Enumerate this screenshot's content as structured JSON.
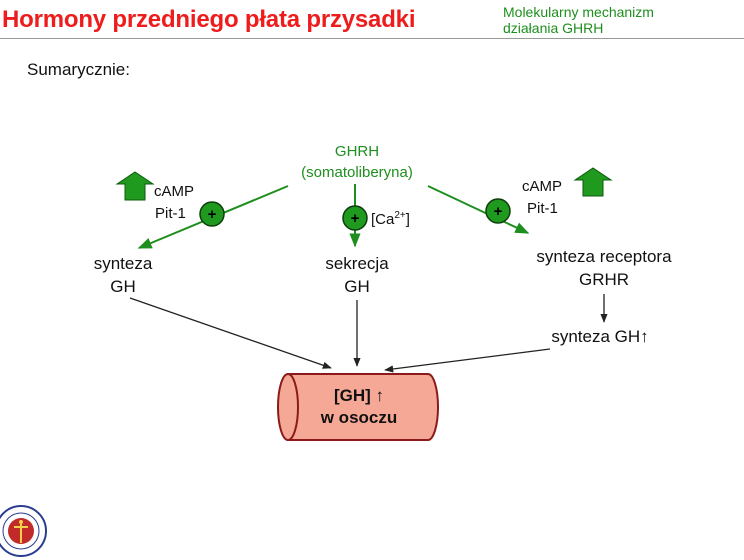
{
  "header": {
    "title": "Hormony przedniego płata przysadki",
    "subtitle_line1": "Molekularny mechanizm",
    "subtitle_line2": "działania GHRH"
  },
  "summary_label": "Sumarycznie:",
  "diagram": {
    "source_line1": "GHRH",
    "source_line2": "(somatoliberyna)",
    "plus_symbol": "+",
    "left_camp": "cAMP",
    "left_pit": "Pit-1",
    "right_camp": "cAMP",
    "right_pit": "Pit-1",
    "ca_label": "[Ca",
    "ca_sup": "2+",
    "ca_close": "]",
    "left_result_line1": "synteza",
    "left_result_line2": "GH",
    "mid_result_line1": "sekrecja",
    "mid_result_line2": "GH",
    "right_result_line1": "synteza receptora",
    "right_result_line2": "GRHR",
    "right_result2": "synteza GH↑",
    "cylinder_line1": "[GH] ↑",
    "cylinder_line2": "w osoczu"
  },
  "colors": {
    "title": "#ee1c1c",
    "subtitle": "#1e8f1e",
    "arrow_green": "#1e8f1e",
    "plus_fill": "#1f9a1f",
    "cylinder_fill": "#f6a896",
    "cylinder_stroke": "#8b1a1a"
  },
  "icons": [
    "up-arrow-icon",
    "plus-circle-icon",
    "university-seal-icon"
  ]
}
